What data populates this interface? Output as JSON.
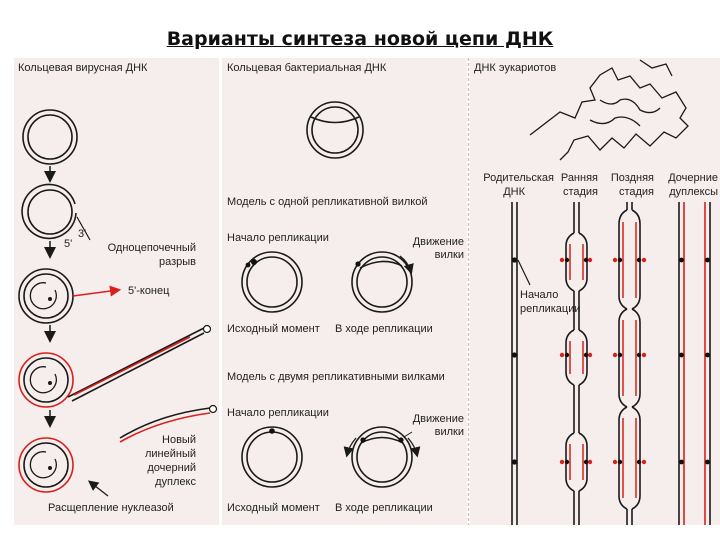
{
  "title": "Варианты синтеза новой цепи ДНК",
  "viral": {
    "header": "Кольцевая вирусная ДНК",
    "label_3prime": "3'",
    "label_5prime": "5'",
    "nick_line1": "Одноцепочечный",
    "nick_line2": "разрыв",
    "five_end": "5'-конец",
    "daughter_line1": "Новый",
    "daughter_line2": "линейный",
    "daughter_line3": "дочерний",
    "daughter_line4": "дуплекс",
    "nuclease": "Расщепление нуклеазой"
  },
  "bacterial": {
    "header": "Кольцевая бактериальная ДНК",
    "model_one": "Модель с одной репликативной вилкой",
    "start1": "Начало репликации",
    "move1_line1": "Движение",
    "move1_line2": "вилки",
    "initial1": "Исходный момент",
    "during1": "В ходе репликации",
    "model_two": "Модель с двумя репликативными вилками",
    "start2": "Начало репликации",
    "move2_line1": "Движение",
    "move2_line2": "вилки",
    "initial2": "Исходный момент",
    "during2": "В ходе репликации"
  },
  "eukaryotic": {
    "header": "ДНК эукариотов",
    "parent_line1": "Родительская",
    "parent_line2": "ДНК",
    "early_line1": "Ранняя",
    "early_line2": "стадия",
    "late_line1": "Поздняя",
    "late_line2": "стадия",
    "daughter_line1": "Дочерние",
    "daughter_line2": "дуплексы",
    "origin_line1": "Начало",
    "origin_line2": "репликации"
  },
  "colors": {
    "panel_bg": "#f6eeec",
    "strand": "#1a1a1a",
    "new_strand": "#d9201c",
    "origin_dot": "#111111"
  }
}
